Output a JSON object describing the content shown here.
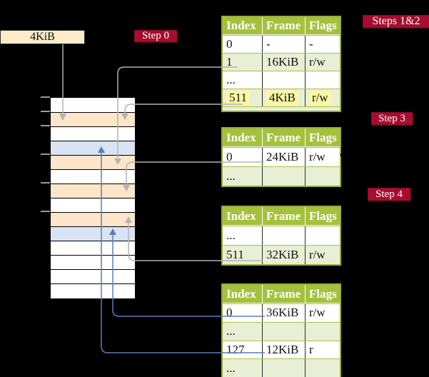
{
  "labels": {
    "page_size": "4KiB",
    "step0": "Step 0",
    "steps12": "Steps 1&2",
    "step3": "Step 3",
    "step4": "Step 4"
  },
  "colors": {
    "badge_red": "#a60d2e",
    "box_cream": "#faecc9",
    "frame_peach": "#fce5c9",
    "frame_blue": "#d9e3f3",
    "frame_white": "#ffffff",
    "table_header_green": "#a4c13c",
    "table_shade_green": "#e9efd5",
    "highlight_yellow": "#fbf7a4",
    "gray_line": "#b3b3b3",
    "blue_line": "#5c7cb8"
  },
  "memory": {
    "row_colors": [
      "white",
      "peach",
      "white",
      "blue",
      "peach",
      "white",
      "peach",
      "white",
      "peach",
      "blue",
      "white",
      "white",
      "white",
      "white"
    ]
  },
  "tables": [
    {
      "name": "page-table-steps-1-2",
      "headers": [
        "Index",
        "Frame",
        "Flags"
      ],
      "rows": [
        {
          "cells": [
            "0",
            "-",
            "-"
          ],
          "shaded": false,
          "highlight": false
        },
        {
          "cells": [
            "1",
            "16KiB",
            "r/w"
          ],
          "shaded": true,
          "highlight": false
        },
        {
          "cells": [
            "...",
            "",
            ""
          ],
          "shaded": false,
          "highlight": false
        },
        {
          "cells": [
            "511",
            "4KiB",
            "r/w"
          ],
          "shaded": true,
          "highlight": true
        }
      ],
      "partial_bottom": true
    },
    {
      "name": "page-table-step-3",
      "headers": [
        "Index",
        "Frame",
        "Flags"
      ],
      "rows": [
        {
          "cells": [
            "0",
            "24KiB",
            "r/w"
          ],
          "shaded": false,
          "highlight": false
        },
        {
          "cells": [
            "...",
            "",
            ""
          ],
          "shaded": true,
          "highlight": false
        }
      ],
      "partial_bottom": false
    },
    {
      "name": "page-table-step-4",
      "headers": [
        "Index",
        "Frame",
        "Flags"
      ],
      "rows": [
        {
          "cells": [
            "...",
            "",
            ""
          ],
          "shaded": false,
          "highlight": false
        },
        {
          "cells": [
            "511",
            "32KiB",
            "r/w"
          ],
          "shaded": true,
          "highlight": false
        }
      ],
      "partial_bottom": false
    },
    {
      "name": "page-table-final",
      "headers": [
        "Index",
        "Frame",
        "Flags"
      ],
      "rows": [
        {
          "cells": [
            "0",
            "36KiB",
            "r/w"
          ],
          "shaded": false,
          "highlight": false
        },
        {
          "cells": [
            "...",
            "",
            ""
          ],
          "shaded": true,
          "highlight": false
        },
        {
          "cells": [
            "127",
            "12KiB",
            "r"
          ],
          "shaded": false,
          "highlight": false
        },
        {
          "cells": [
            "...",
            "",
            ""
          ],
          "shaded": true,
          "highlight": false
        }
      ],
      "partial_bottom": false
    }
  ]
}
